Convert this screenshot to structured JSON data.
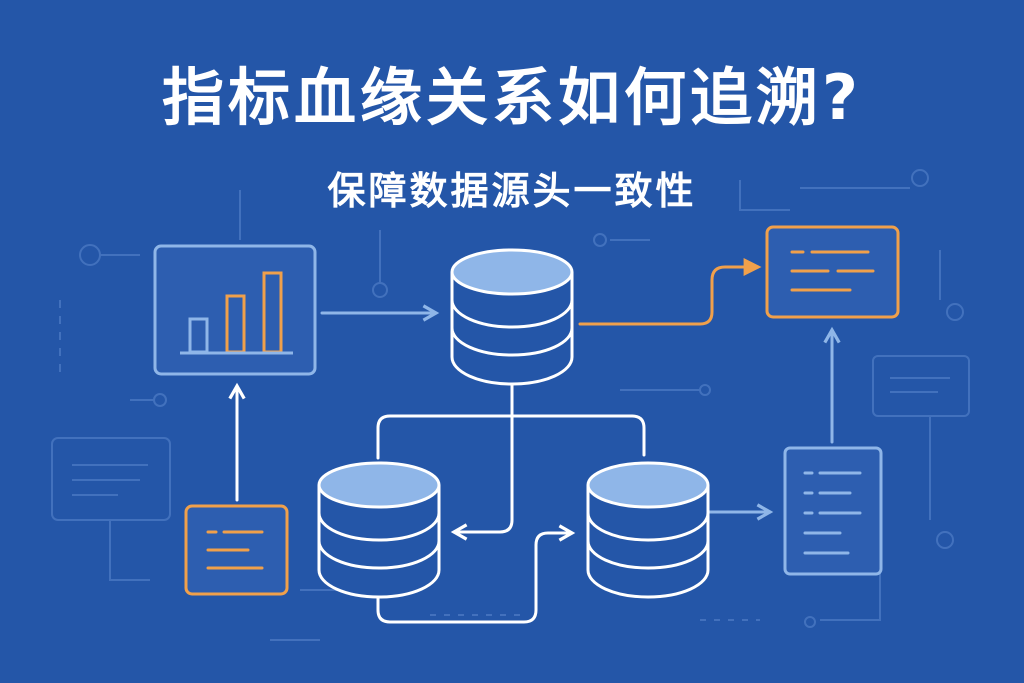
{
  "title": "指标血缘关系如何追溯?",
  "subtitle": "保障数据源头一致性",
  "colors": {
    "background": "#2456a8",
    "line": "#ffffff",
    "accent": "#f0a04b",
    "light_blue": "#8fb6e8",
    "faint": "#4d7bc4",
    "panel_fill": "#2d5eb0"
  },
  "nodes": [
    {
      "id": "bar-chart-panel",
      "icon": "bar-chart-icon",
      "accent": false
    },
    {
      "id": "database-top",
      "icon": "database-icon"
    },
    {
      "id": "database-left",
      "icon": "database-icon"
    },
    {
      "id": "database-right",
      "icon": "database-icon"
    },
    {
      "id": "source-card-bottom-left",
      "icon": "text-lines-icon",
      "accent": true
    },
    {
      "id": "target-card-top-right",
      "icon": "text-lines-icon",
      "accent": true
    },
    {
      "id": "document-right",
      "icon": "document-icon",
      "accent": false
    }
  ]
}
